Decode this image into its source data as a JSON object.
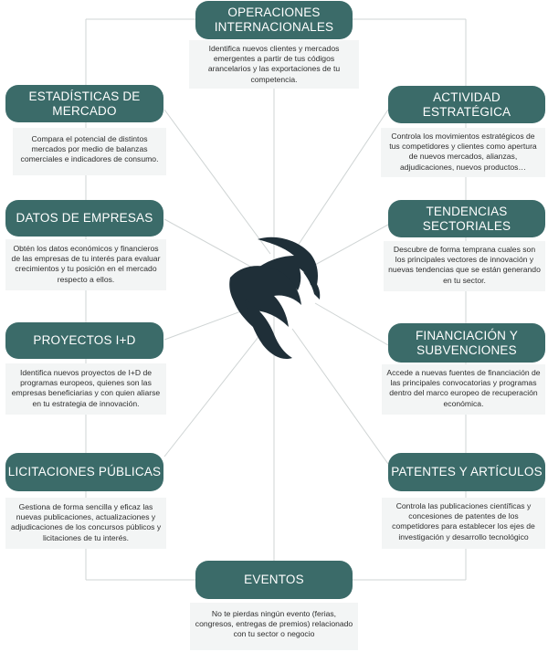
{
  "diagram": {
    "nodes": [
      {
        "id": "operaciones",
        "title": "OPERACIONES INTERNACIONALES",
        "description": "Identifica nuevos clientes y mercados emergentes a partir de tus códigos arancelarios y las exportaciones de tu competencia."
      },
      {
        "id": "estadisticas",
        "title": "ESTADÍSTICAS DE MERCADO",
        "description": "Compara el potencial de distintos mercados por medio de balanzas comerciales e indicadores de consumo."
      },
      {
        "id": "actividad",
        "title": "ACTIVIDAD ESTRATÉGICA",
        "description": "Controla los movimientos estratégicos de tus competidores y clientes como apertura de nuevos mercados, alianzas, adjudicaciones, nuevos productos…"
      },
      {
        "id": "datos",
        "title": "DATOS DE EMPRESAS",
        "description": "Obtén los datos económicos y financieros de las empresas de tu interés para evaluar crecimientos y tu posición en el mercado respecto a ellos."
      },
      {
        "id": "tendencias",
        "title": "TENDENCIAS SECTORIALES",
        "description": "Descubre de forma temprana cuales son los principales vectores de innovación y nuevas tendencias que se están generando en tu sector."
      },
      {
        "id": "proyectos",
        "title": "PROYECTOS I+D",
        "description": "Identifica nuevos proyectos de I+D de programas europeos, quienes son las empresas beneficiarias y con quien aliarse en tu estrategia de innovación."
      },
      {
        "id": "financiacion",
        "title": "FINANCIACIÓN Y SUBVENCIONES",
        "description": "Accede a nuevas fuentes de financiación de las principales convocatorias y programas dentro del marco europeo de recuperación económica."
      },
      {
        "id": "licitaciones",
        "title": "LICITACIONES PÚBLICAS",
        "description": "Gestiona de forma sencilla y eficaz las nuevas publicaciones, actualizaciones y adjudicaciones de los concursos públicos y licitaciones de tu interés."
      },
      {
        "id": "patentes",
        "title": "PATENTES Y ARTÍCULOS",
        "description": "Controla las publicaciones científicas y concesiones de patentes de los competidores para establecer los ejes de investigación y desarrollo tecnológico"
      },
      {
        "id": "eventos",
        "title": "EVENTOS",
        "description": "No te pierdas ningún evento (ferias, congresos, entregas de premios) relacionado con tu sector o negocio"
      }
    ]
  },
  "colors": {
    "pill": "#3b6b69",
    "pill_text": "#ffffff",
    "description_bg": "#f3f5f5",
    "connector": "#cfd4d4",
    "logo": "#1f2f38"
  },
  "logo_icon": "bird-of-prey-logo"
}
